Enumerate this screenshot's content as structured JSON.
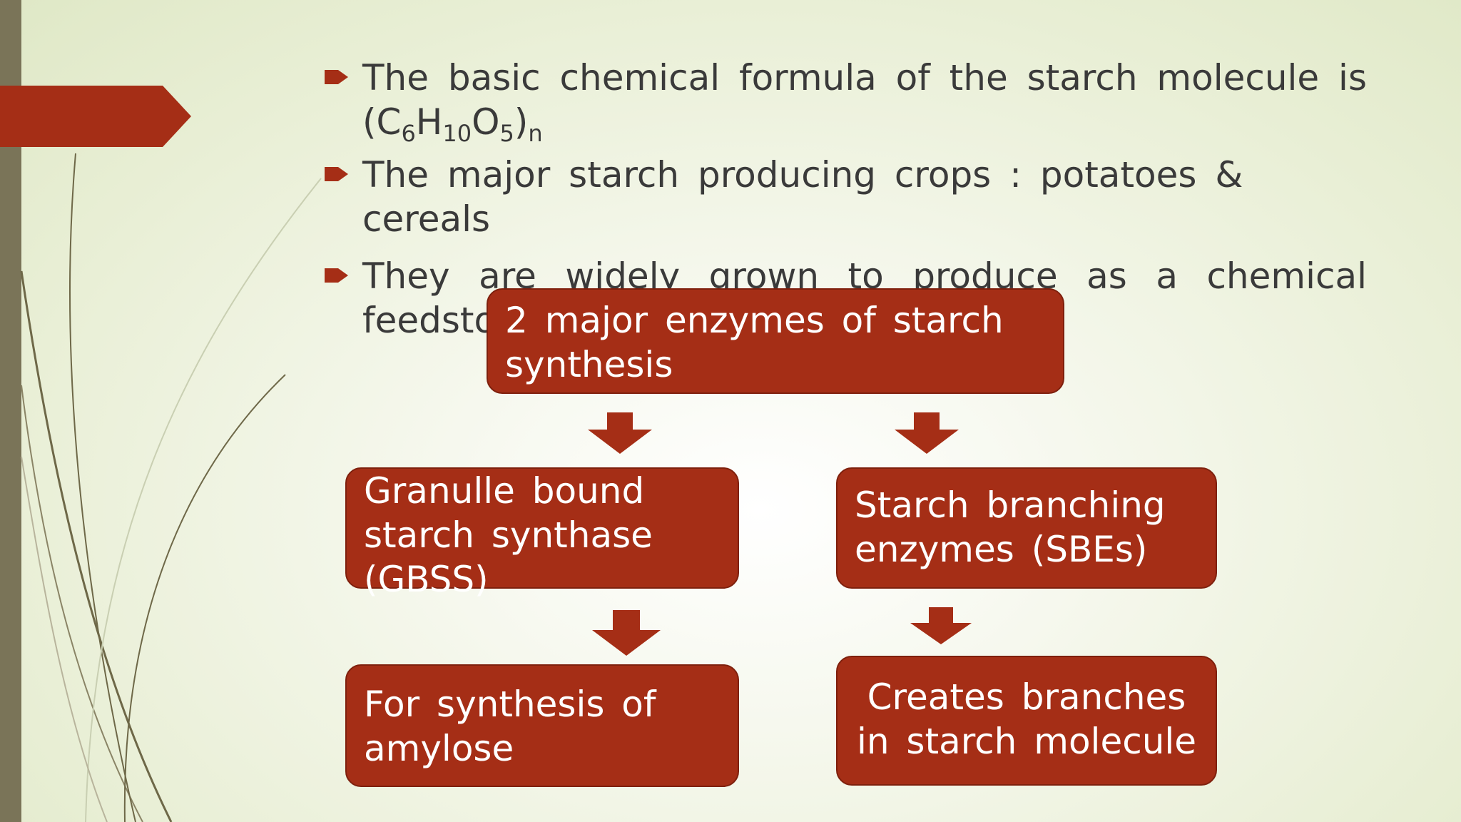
{
  "theme": {
    "accent": "#a52e16",
    "accent_dark": "#7e200d",
    "text": "#3a3a3a",
    "side_bar": "#7a7458"
  },
  "bullets": [
    {
      "text_before": "The basic chemical formula of the starch molecule is",
      "formula": {
        "c": "C",
        "c_sub": "6",
        "h": "H",
        "h_sub": "10",
        "o": "O",
        "o_sub": "5",
        "n": "n"
      }
    },
    {
      "text": "The major starch producing crops : potatoes & cereals"
    },
    {
      "line1": "They are widely grown to produce as a chemical",
      "line2": "feedstock"
    }
  ],
  "flowchart": {
    "top": {
      "line1": "2 major enzymes of starch",
      "line2": "synthesis"
    },
    "left_mid": {
      "line1": "Granulle bound",
      "line2": "starch synthase",
      "line3": "(GBSS)"
    },
    "right_mid": {
      "line1": "Starch branching",
      "line2": "enzymes (SBEs)"
    },
    "left_bottom": {
      "line1": "For synthesis of",
      "line2": "amylose"
    },
    "right_bottom": {
      "line1": "Creates branches",
      "line2": "in starch molecule"
    }
  }
}
